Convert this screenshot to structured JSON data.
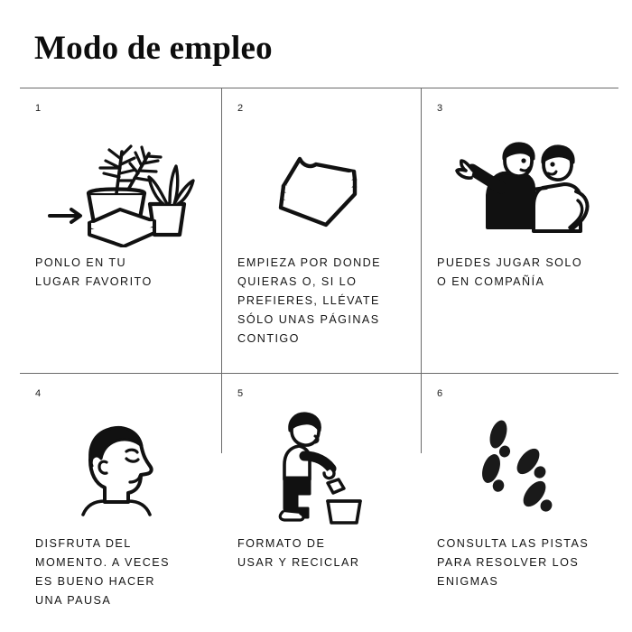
{
  "document": {
    "title": "Modo de empleo",
    "background_color": "#ffffff",
    "ink_color": "#111111",
    "rule_color": "#6a6a6a"
  },
  "steps": [
    {
      "number": "1",
      "icon": "potted-plants-with-paper-stack-and-arrow-icon",
      "caption": "Ponlo en tu\nlugar favorito"
    },
    {
      "number": "2",
      "icon": "paper-stack-icon",
      "caption": "Empieza por donde\nquieras o, si lo\nprefieres, llévate\nsólo unas páginas\ncontigo"
    },
    {
      "number": "3",
      "icon": "two-people-icon",
      "caption": "Puedes jugar solo\no en compañía"
    },
    {
      "number": "4",
      "icon": "face-profile-icon",
      "caption": "Disfruta del\nmomento. A veces\nes bueno hacer\nuna pausa"
    },
    {
      "number": "5",
      "icon": "person-recycling-icon",
      "caption": "Formato de\nusar y reciclar"
    },
    {
      "number": "6",
      "icon": "footprints-trail-icon",
      "caption": "Consulta las pistas\npara resolver los\nenigmas"
    }
  ]
}
